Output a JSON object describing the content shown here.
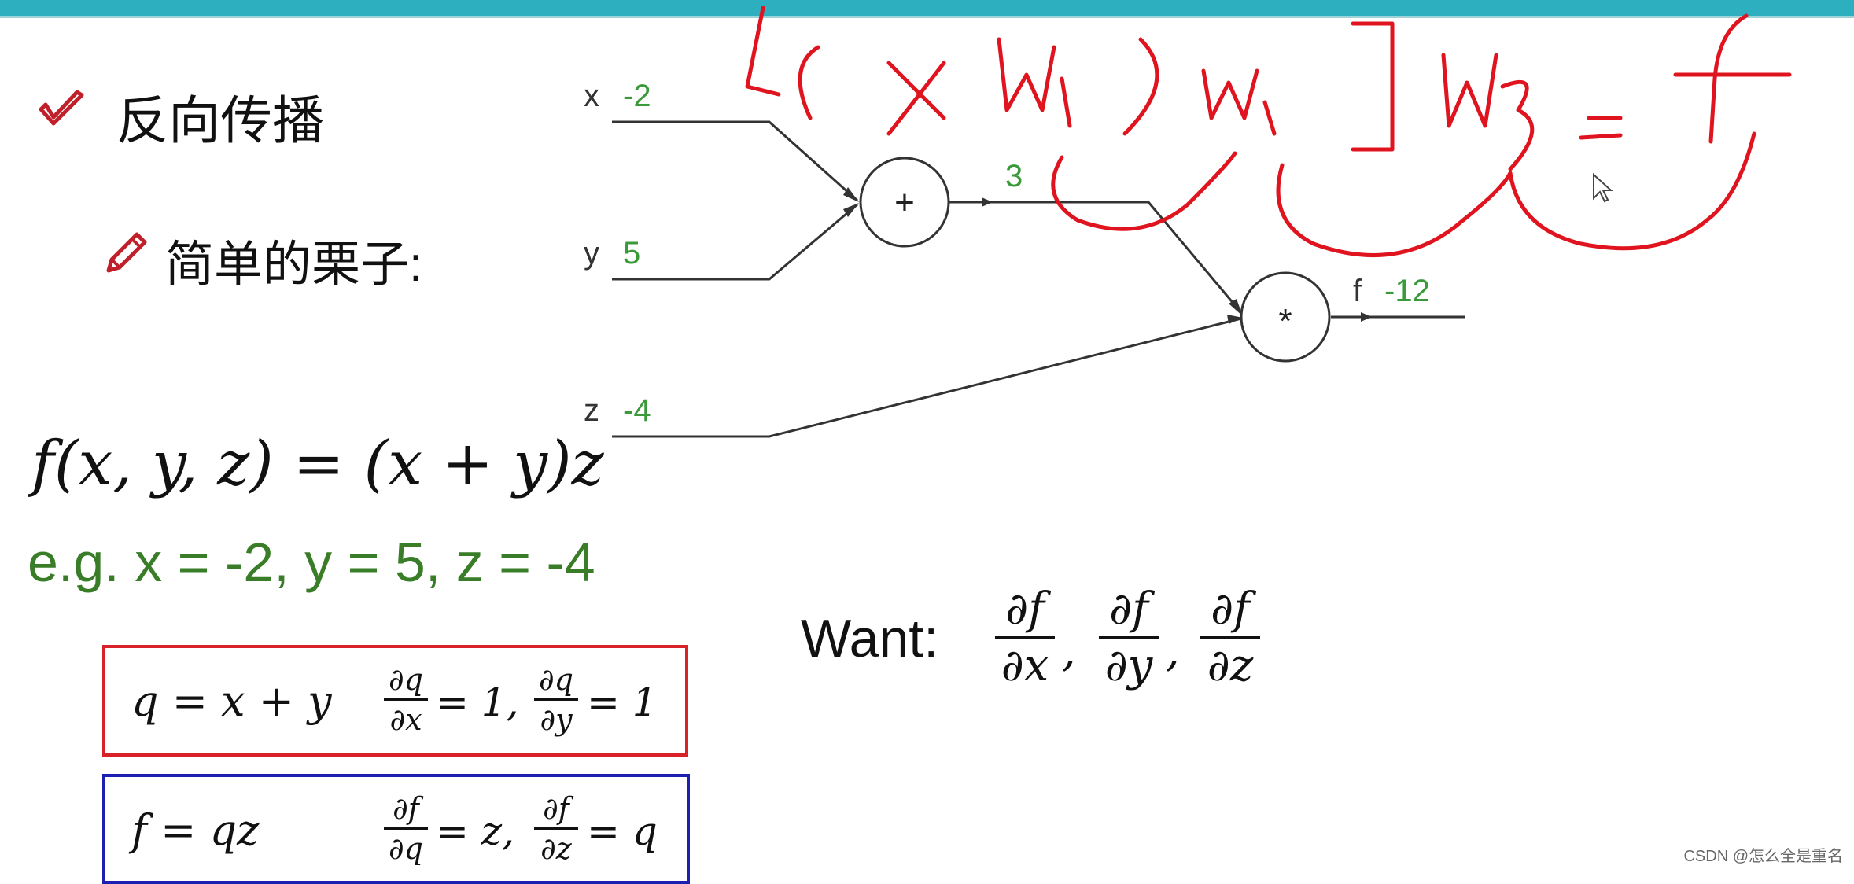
{
  "slide": {
    "title": "反向传播",
    "subtitle": "简单的栗子:",
    "formula": "f(x, y, z) = (x + y)z",
    "example": "e.g. x = -2, y = 5, z = -4",
    "want_label": "Want:",
    "want_fracs": [
      {
        "num": "∂f",
        "den": "∂x"
      },
      {
        "num": "∂f",
        "den": "∂y"
      },
      {
        "num": "∂f",
        "den": "∂z"
      }
    ],
    "comma": ","
  },
  "box_red": {
    "eq": "q = x + y",
    "frac1": {
      "num": "∂q",
      "den": "∂x"
    },
    "eq1": "= 1,",
    "frac2": {
      "num": "∂q",
      "den": "∂y"
    },
    "eq2": "= 1"
  },
  "box_blue": {
    "eq": "f = qz",
    "frac1": {
      "num": "∂f",
      "den": "∂q"
    },
    "eq1": "= z,",
    "frac2": {
      "num": "∂f",
      "den": "∂z"
    },
    "eq2": "= q"
  },
  "graph": {
    "x": {
      "name": "x",
      "value": "-2"
    },
    "y": {
      "name": "y",
      "value": "5"
    },
    "z": {
      "name": "z",
      "value": "-4"
    },
    "plus_node": "+",
    "plus_value": "3",
    "mult_node": "*",
    "f": {
      "name": "f",
      "value": "-12"
    }
  },
  "colors": {
    "accent_bar": "#2eafbf",
    "value_green": "#3a9a3a",
    "annotation_red": "#e0141e",
    "check_red": "#c0202a"
  },
  "watermark": "CSDN @怎么全是重名"
}
